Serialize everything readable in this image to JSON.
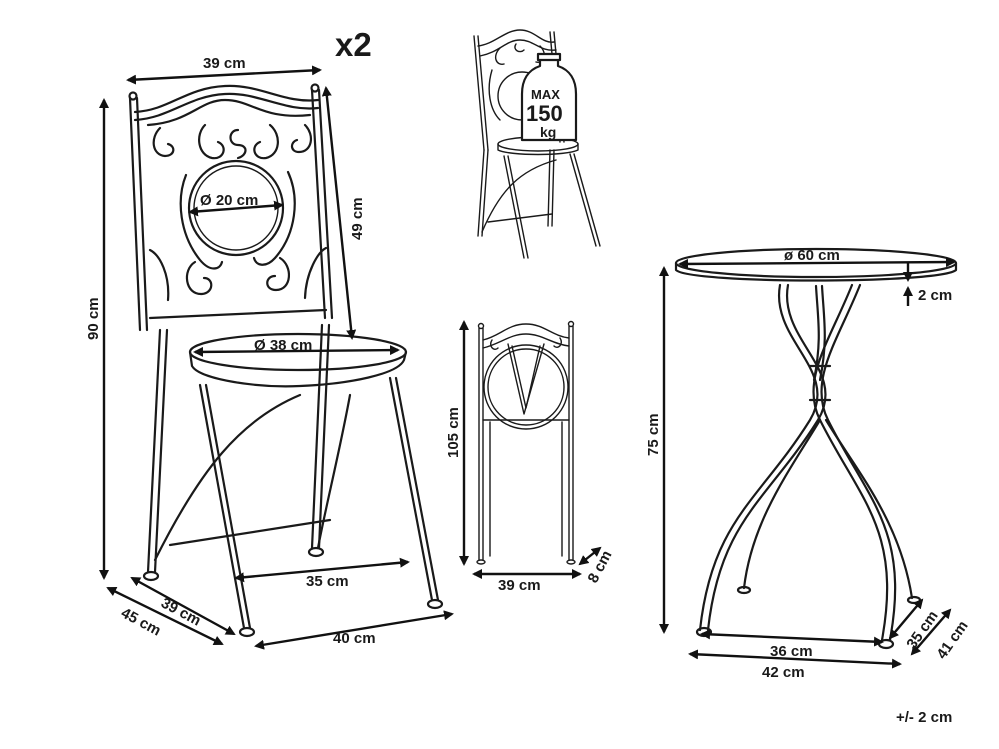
{
  "multiplier": "x2",
  "chair": {
    "width": "39 cm",
    "back_height": "49 cm",
    "back_diameter": "Ø 20 cm",
    "total_height": "90 cm",
    "seat_diameter": "Ø 38 cm",
    "leg_span": "35 cm",
    "seat_depth": "39 cm",
    "total_depth": "45 cm",
    "base_width": "40 cm"
  },
  "load_badge": {
    "top": "MAX",
    "value": "150",
    "unit": "kg"
  },
  "folded_chair": {
    "height": "105 cm",
    "width": "39 cm",
    "depth": "8 cm"
  },
  "table": {
    "top_diameter": "ø 60 cm",
    "top_thickness": "2 cm",
    "height": "75 cm",
    "inner_width": "36 cm",
    "outer_width": "42 cm",
    "inner_depth": "35 cm",
    "outer_depth": "41 cm"
  },
  "tolerance": "+/- 2 cm"
}
